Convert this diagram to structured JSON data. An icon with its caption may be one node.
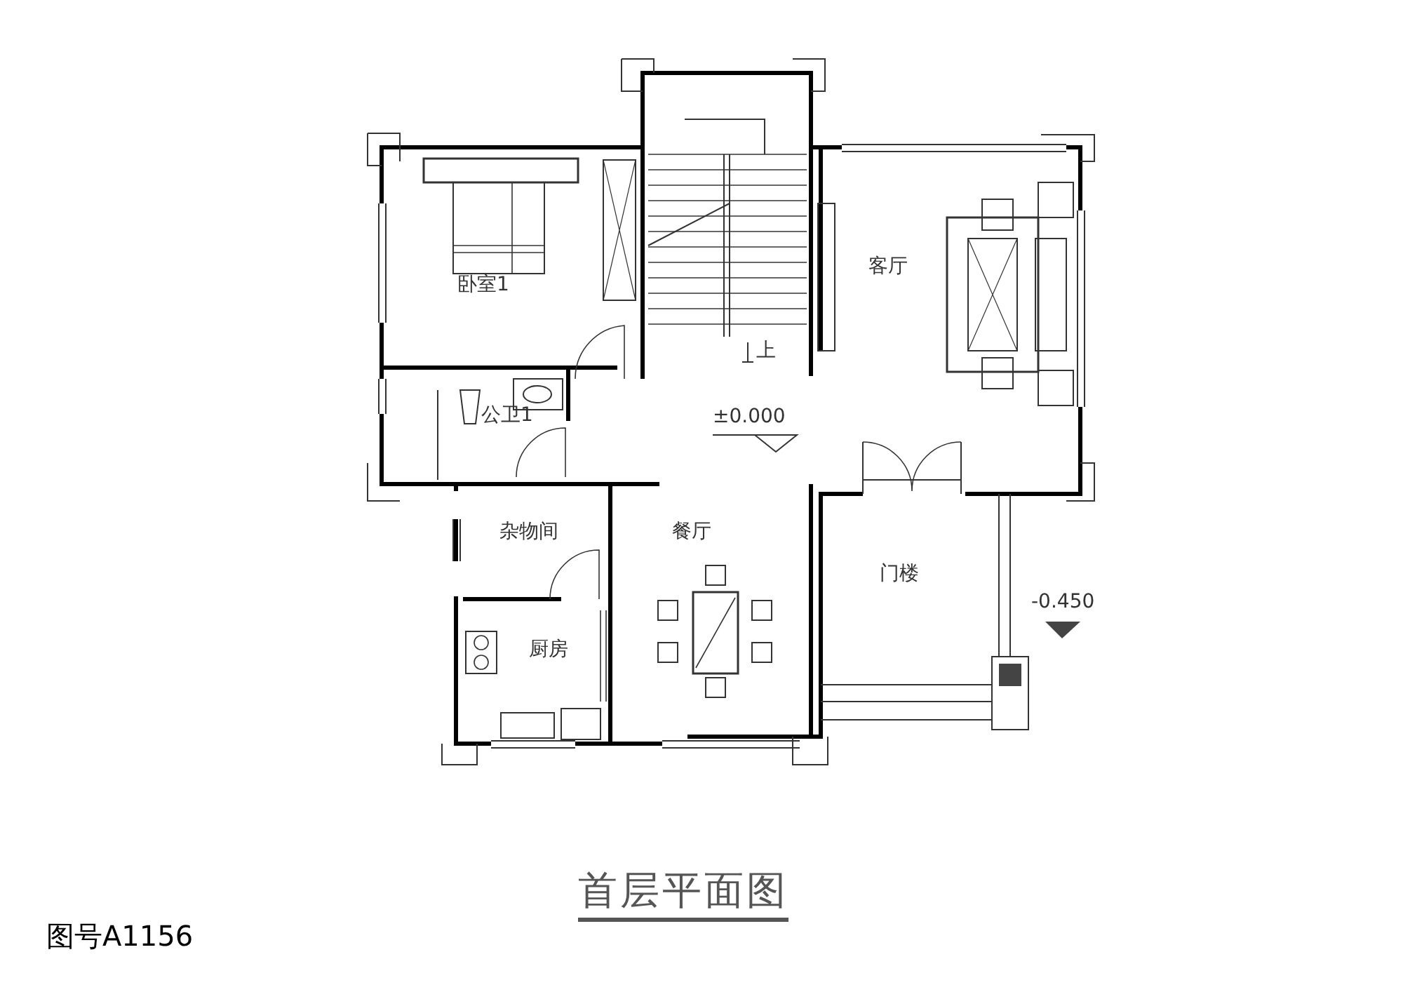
{
  "diagram": {
    "title": "首层平面图",
    "caption": "图号A1156",
    "labels": [
      "卧室1",
      "上",
      "客厅",
      "公卫1",
      "±0.000",
      "杂物间",
      "餐厅",
      "门楼",
      "-0.450",
      "厨房"
    ]
  }
}
